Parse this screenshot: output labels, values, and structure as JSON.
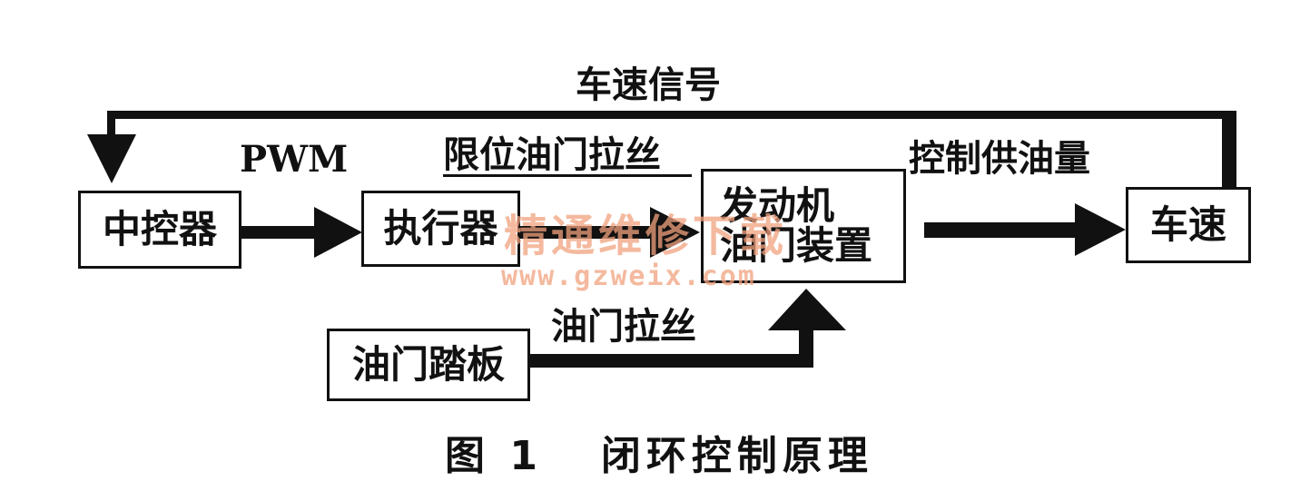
{
  "nodes": {
    "central_controller": "中控器",
    "actuator": "执行器",
    "engine_throttle_line1": "发动机",
    "engine_throttle_line2": "油门装置",
    "vehicle_speed": "车速",
    "throttle_pedal": "油门踏板"
  },
  "edges": {
    "speed_signal": "车速信号",
    "pwm": "PWM",
    "limit_throttle_cable": "限位油门拉丝",
    "control_fuel_supply": "控制供油量",
    "throttle_cable": "油门拉丝"
  },
  "caption": "图 1   闭环控制原理",
  "watermark": {
    "text": "精通维修下载",
    "url": "www.gzweix.com"
  },
  "colors": {
    "ink": "#111111",
    "watermark": "#f1a27e"
  }
}
